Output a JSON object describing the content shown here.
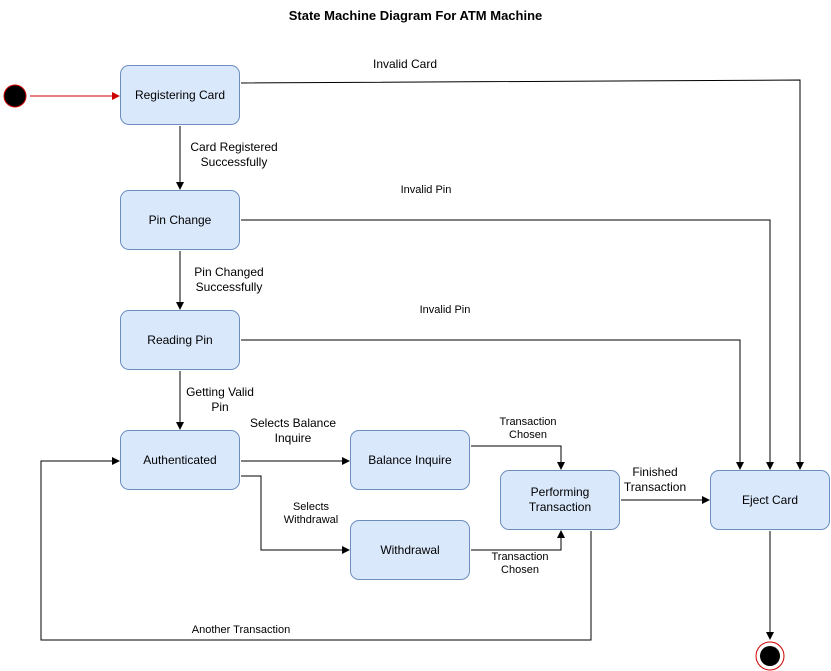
{
  "title": "State Machine Diagram For ATM Machine",
  "states": {
    "registering_card": "Registering Card",
    "pin_change": "Pin Change",
    "reading_pin": "Reading Pin",
    "authenticated": "Authenticated",
    "balance_inquire": "Balance Inquire",
    "withdrawal": "Withdrawal",
    "performing_transaction": "Performing Transaction",
    "eject_card": "Eject Card"
  },
  "transitions": {
    "invalid_card": "Invalid Card",
    "card_registered": "Card Registered\nSuccessfully",
    "invalid_pin_1": "Invalid Pin",
    "pin_changed": "Pin Changed\nSuccessfully",
    "invalid_pin_2": "Invalid Pin",
    "getting_valid_pin": "Getting Valid\nPin",
    "selects_balance": "Selects Balance\nInquire",
    "selects_withdrawal": "Selects\nWithdrawal",
    "transaction_chosen_1": "Transaction\nChosen",
    "transaction_chosen_2": "Transaction\nChosen",
    "finished_transaction": "Finished\nTransaction",
    "another_transaction": "Another Transaction"
  },
  "colors": {
    "state_fill": "#dae8fc",
    "state_border": "#6c8ebf",
    "initial_arrow": "#cc0000",
    "final_ring": "#cc0000"
  }
}
